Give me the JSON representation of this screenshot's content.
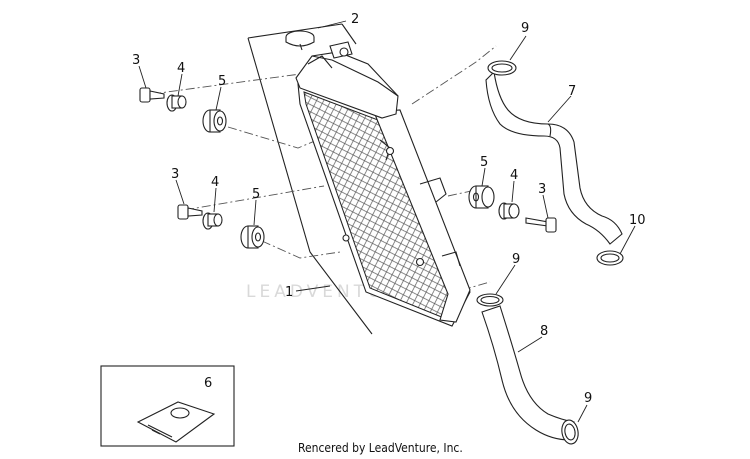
{
  "watermark": "LEADVENTURE",
  "credit": "Rencered by LeadVenture, Inc.",
  "callouts": {
    "c1": "1",
    "c2": "2",
    "c3a": "3",
    "c4a": "4",
    "c5a": "5",
    "c3b": "3",
    "c4b": "4",
    "c5b": "5",
    "c5c": "5",
    "c4c": "4",
    "c3c": "3",
    "c6": "6",
    "c7": "7",
    "c8": "8",
    "c9a": "9",
    "c9b": "9",
    "c9c": "9",
    "c10": "10"
  }
}
